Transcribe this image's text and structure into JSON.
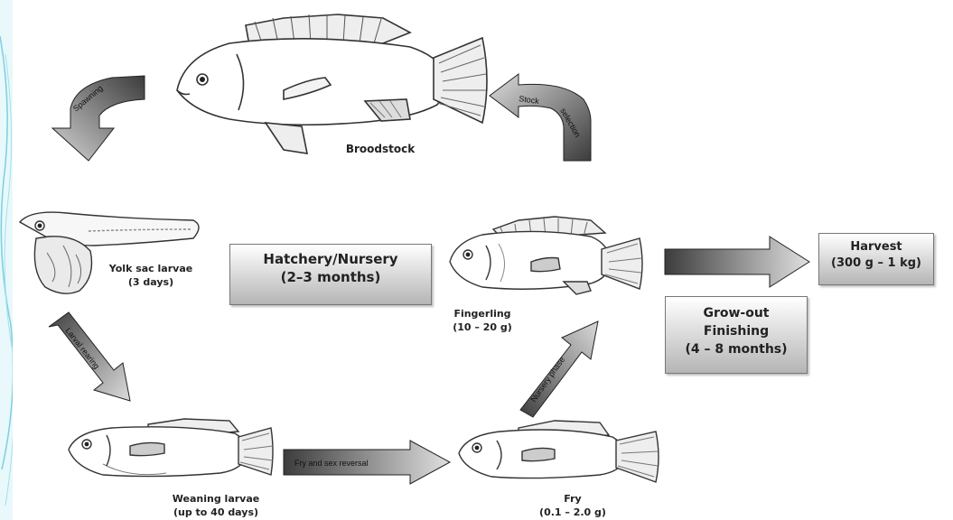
{
  "labels": {
    "broodstock": "Broodstock",
    "yolk_sac_title": "Yolk sac larvae",
    "yolk_sac_duration": "(3 days)",
    "fingerling_title": "Fingerling",
    "fingerling_weight": "(10 – 20 g)",
    "weaning_title": "Weaning larvae",
    "weaning_duration": "(up to 40 days)",
    "fry_title": "Fry",
    "fry_weight": "(0.1 – 2.0 g)"
  },
  "boxes": {
    "hatchery_line1": "Hatchery/Nursery",
    "hatchery_line2": "(2–3 months)",
    "growout_line1": "Grow-out",
    "growout_line2": "Finishing",
    "growout_line3": "(4 – 8 months)",
    "harvest_line1": "Harvest",
    "harvest_line2": "(300 g – 1 kg)"
  },
  "arrows": {
    "spawning": "Spawning",
    "stock_selection_1": "Stock",
    "stock_selection_2": "selection",
    "larval_rearing": "Larval rearing",
    "fry_sex_reversal": "Fry and sex reversal",
    "nursery_phase": "Nursery phase"
  },
  "colors": {
    "arrow_dark": "#3c3c3c",
    "arrow_light": "#d9d9d9",
    "box_gradient_end": "#b5b5b5"
  }
}
